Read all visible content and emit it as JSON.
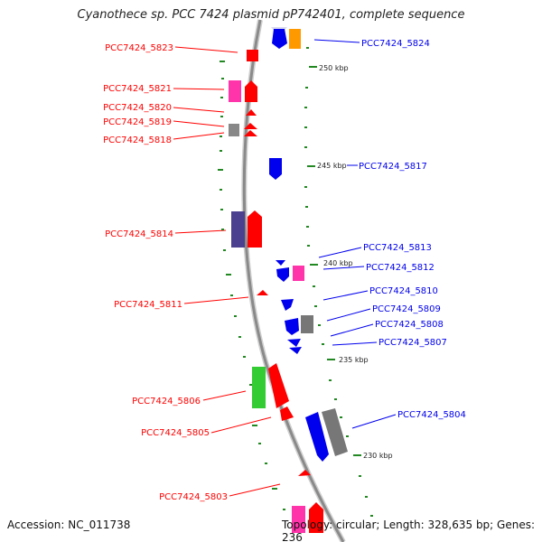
{
  "title": "Cyanothece sp. PCC 7424 plasmid pP742401, complete sequence",
  "accession": "Accession: NC_011738",
  "topology": "Topology: circular; Length: 328,635 bp; Genes: 236",
  "scale_labels": [
    "250 kbp",
    "245 kbp",
    "240 kbp",
    "235 kbp",
    "230 kbp"
  ],
  "genes_left": [
    {
      "id": "PCC7424_5823",
      "color": "#ff0000"
    },
    {
      "id": "PCC7424_5821",
      "color": "#ff0000"
    },
    {
      "id": "PCC7424_5820",
      "color": "#ff0000"
    },
    {
      "id": "PCC7424_5819",
      "color": "#ff0000"
    },
    {
      "id": "PCC7424_5818",
      "color": "#ff0000"
    },
    {
      "id": "PCC7424_5814",
      "color": "#ff0000"
    },
    {
      "id": "PCC7424_5811",
      "color": "#ff0000"
    },
    {
      "id": "PCC7424_5806",
      "color": "#ff0000"
    },
    {
      "id": "PCC7424_5805",
      "color": "#ff0000"
    },
    {
      "id": "PCC7424_5803",
      "color": "#ff0000"
    }
  ],
  "genes_right": [
    {
      "id": "PCC7424_5824",
      "color": "#0000ee"
    },
    {
      "id": "PCC7424_5817",
      "color": "#0000ee"
    },
    {
      "id": "PCC7424_5813",
      "color": "#0000ee"
    },
    {
      "id": "PCC7424_5812",
      "color": "#0000ee"
    },
    {
      "id": "PCC7424_5810",
      "color": "#0000ee"
    },
    {
      "id": "PCC7424_5809",
      "color": "#0000ee"
    },
    {
      "id": "PCC7424_5808",
      "color": "#0000ee"
    },
    {
      "id": "PCC7424_5807",
      "color": "#0000ee"
    },
    {
      "id": "PCC7424_5804",
      "color": "#0000ee"
    }
  ],
  "feature_colors": {
    "forward": "#ff0000",
    "reverse": "#0000ee",
    "pink": "#ff33aa",
    "orange": "#ff9900",
    "purple": "#4b3f8f",
    "green": "#33cc33",
    "gray": "#777777",
    "backbone": "#8a8a8a",
    "ticks": "#228822"
  }
}
